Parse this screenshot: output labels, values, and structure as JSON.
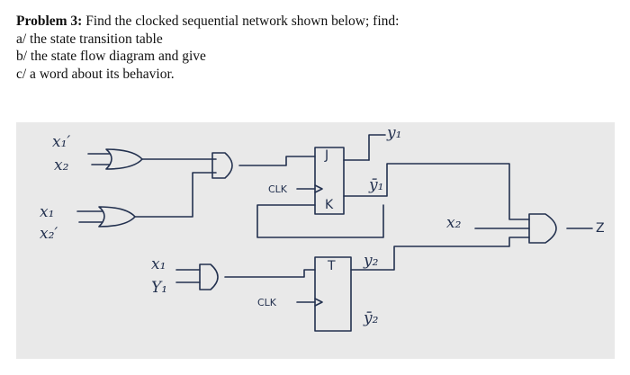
{
  "problem": {
    "label": "Problem 3:",
    "statement": "Find  the clocked sequential network shown below; find:",
    "items": [
      "a/ the state transition table",
      "b/ the state flow diagram and give",
      "c/ a word  about  its behavior."
    ]
  },
  "diagram": {
    "inputs": {
      "gate1_a": "x₁′",
      "gate1_b": "x₂",
      "gate2_a": "x₁",
      "gate2_b": "x₂′",
      "gate3_a": "x₁",
      "gate3_b": "Y₁",
      "out_gate_x": "x₂"
    },
    "jk_ff": {
      "j": "J",
      "k": "K",
      "clk": "CLK",
      "q": "y₁",
      "qbar": "ȳ₁"
    },
    "t_ff": {
      "t": "T",
      "clk": "CLK",
      "q": "y₂",
      "qbar": "ȳ₂"
    },
    "output": "Z"
  }
}
